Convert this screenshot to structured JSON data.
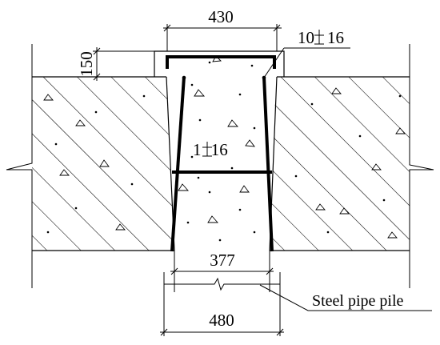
{
  "labels": {
    "top_width": "430",
    "side_height": "150",
    "rebar_top": "10",
    "rebar_top_size": "16",
    "rebar_mid": "1",
    "rebar_mid_size": "16",
    "inner_width": "377",
    "outer_width": "480",
    "pile_note": "Steel pipe pile"
  },
  "colors": {
    "line": "#000000",
    "background": "#ffffff"
  }
}
